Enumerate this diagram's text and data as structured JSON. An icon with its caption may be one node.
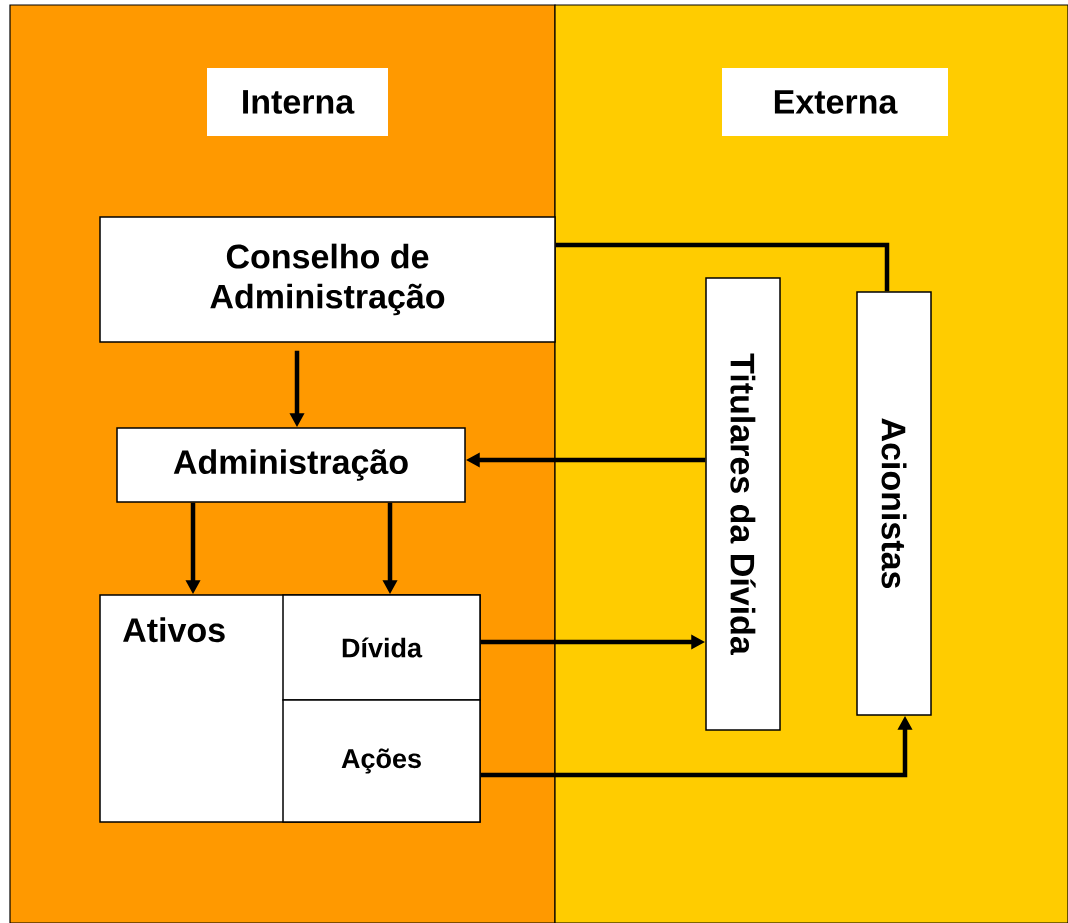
{
  "diagram": {
    "nodes": [
      {
        "text": [
          "Interna"
        ]
      },
      {
        "text": [
          "Externa"
        ]
      },
      {
        "text": [
          "Conselho de Administração"
        ],
        "in": 0
      },
      {
        "text": [
          "Administração"
        ],
        "in": 0
      },
      {
        "text": [
          "Ativos"
        ],
        "in": 0
      },
      {
        "text": [
          "Dívida"
        ],
        "in": 4
      },
      {
        "text": [
          "Ações"
        ],
        "in": 4
      },
      {
        "text": [
          "Titulares da Dívida"
        ],
        "in": 1
      },
      {
        "text": [
          "Acionistas"
        ],
        "in": 1
      }
    ],
    "edges": [
      {
        "from": 2,
        "to": 3,
        "arrow": "to"
      },
      {
        "from": 3,
        "to": 4,
        "arrow": "to"
      },
      {
        "from": 3,
        "to": 5,
        "arrow": "to"
      },
      {
        "from": 7,
        "to": 3,
        "arrow": "to"
      },
      {
        "from": 5,
        "to": 7,
        "arrow": "to"
      },
      {
        "from": 6,
        "to": 8,
        "arrow": "to"
      },
      {
        "from": 8,
        "to": 2,
        "arrow": "none"
      }
    ]
  }
}
